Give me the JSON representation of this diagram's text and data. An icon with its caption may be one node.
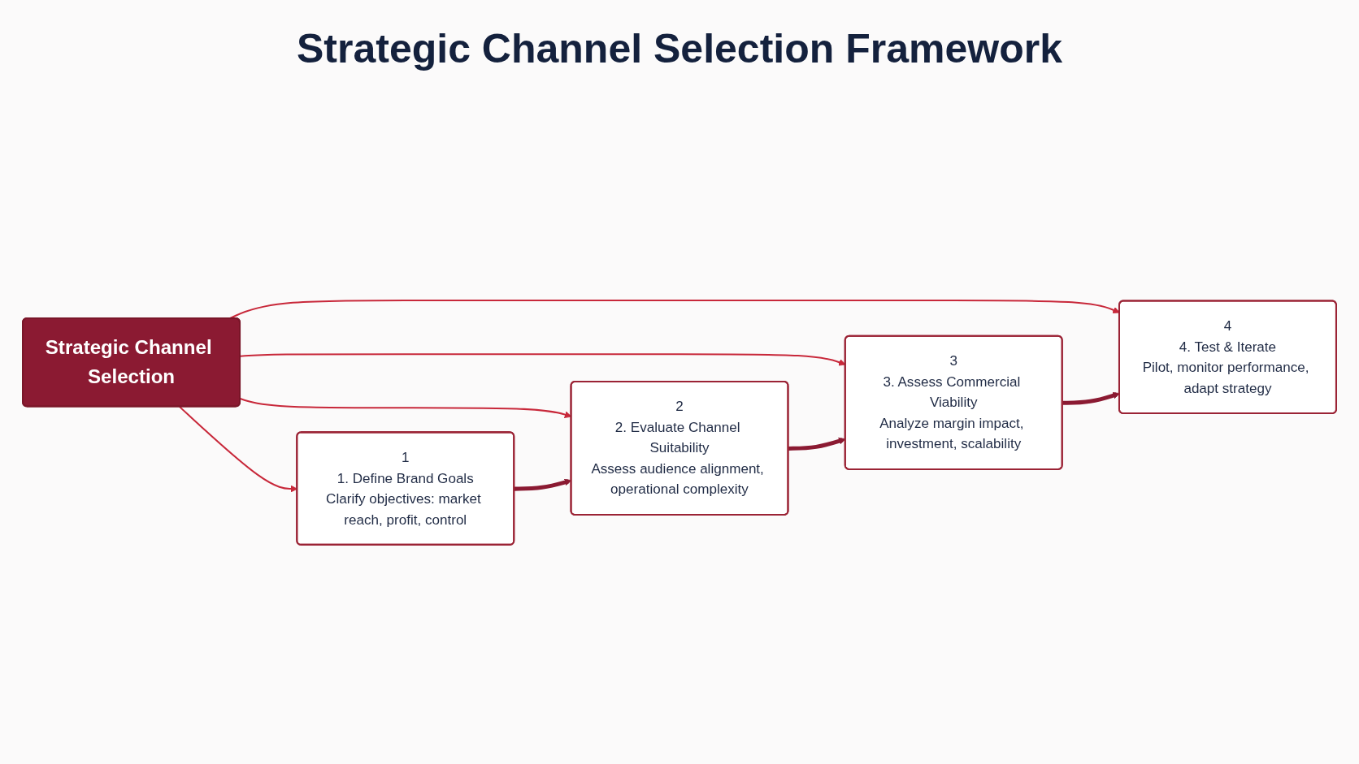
{
  "diagram": {
    "title": "Strategic Channel Selection Framework",
    "nodes": [
      {
        "text": [
          "Strategic Channel Selection"
        ]
      },
      {
        "text": [
          "1",
          "1. Define Brand Goals",
          "Clarify objectives: market reach, profit, control"
        ]
      },
      {
        "text": [
          "2",
          "2. Evaluate Channel Suitability",
          "Assess audience alignment, operational complexity"
        ]
      },
      {
        "text": [
          "3",
          "3. Assess Commercial Viability",
          "Analyze margin impact, investment, scalability"
        ]
      },
      {
        "text": [
          "4",
          "4. Test & Iterate",
          "Pilot, monitor performance, adapt strategy"
        ]
      }
    ],
    "edges": [
      {
        "from": 0,
        "to": 1,
        "arrow": "to"
      },
      {
        "from": 0,
        "to": 2,
        "arrow": "to"
      },
      {
        "from": 0,
        "to": 3,
        "arrow": "to"
      },
      {
        "from": 0,
        "to": 4,
        "arrow": "to"
      },
      {
        "from": 1,
        "to": 2,
        "arrow": "to",
        "style": "thick",
        "color": "#8b1a32"
      },
      {
        "from": 2,
        "to": 3,
        "arrow": "to",
        "style": "thick",
        "color": "#8b1a32"
      },
      {
        "from": 3,
        "to": 4,
        "arrow": "to",
        "style": "thick",
        "color": "#8b1a32"
      }
    ]
  }
}
